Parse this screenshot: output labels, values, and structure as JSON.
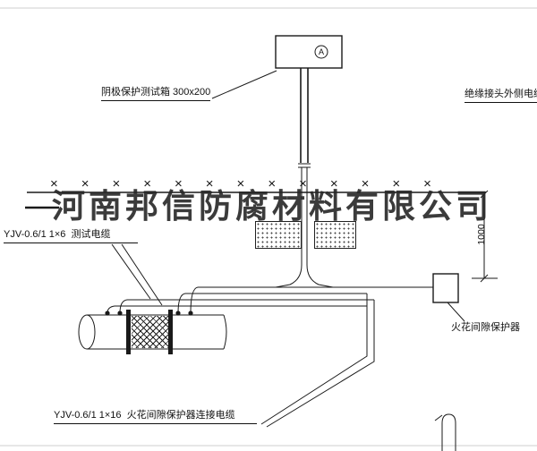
{
  "watermark": "河南邦信防腐材料有限公司",
  "test_box": {
    "label": "阴极保护测试箱 300x200",
    "meter_symbol": "A"
  },
  "labels": {
    "outer_cable": "绝缘接头外侧电缆",
    "test_cable": "YJV-0.6/1 1×6  测试电缆",
    "spark_gap_protector": "火花间隙保护器",
    "connection_cable": "YJV-0.6/1 1×16  火花间隙保护器连接电缆"
  },
  "dimension": {
    "depth": "1000"
  },
  "ground": {
    "hatch_marks": "×××××××××××××"
  }
}
